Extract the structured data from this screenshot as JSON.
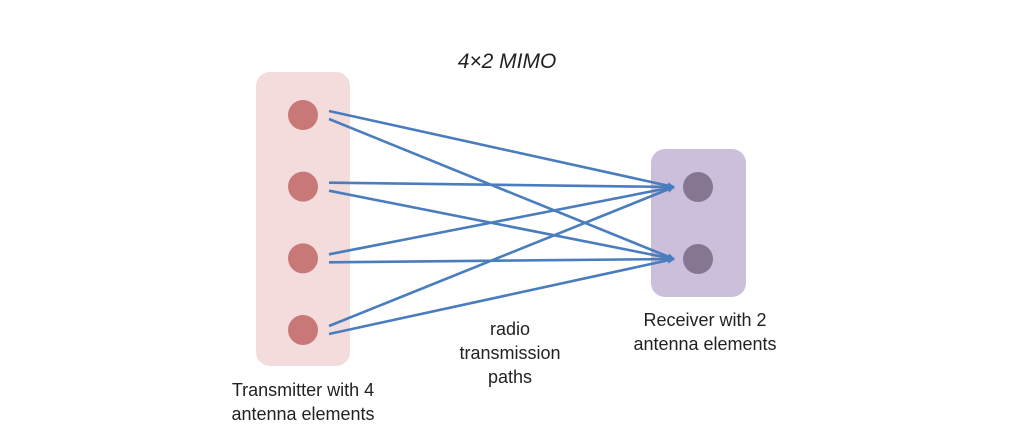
{
  "title": "4×2 MIMO",
  "transmitter": {
    "label_line1": "Transmitter with 4",
    "label_line2": "antenna elements",
    "antenna_count": 4
  },
  "receiver": {
    "label_line1": "Receiver with 2",
    "label_line2": "antenna elements",
    "antenna_count": 2
  },
  "paths_label": {
    "line1": "radio",
    "line2": "transmission",
    "line3": "paths"
  },
  "colors": {
    "tx_box": "#f4dcdc",
    "tx_antenna": "#c97878",
    "rx_box": "#cbbfdc",
    "rx_antenna": "#857692",
    "path": "#4a7dbd"
  }
}
